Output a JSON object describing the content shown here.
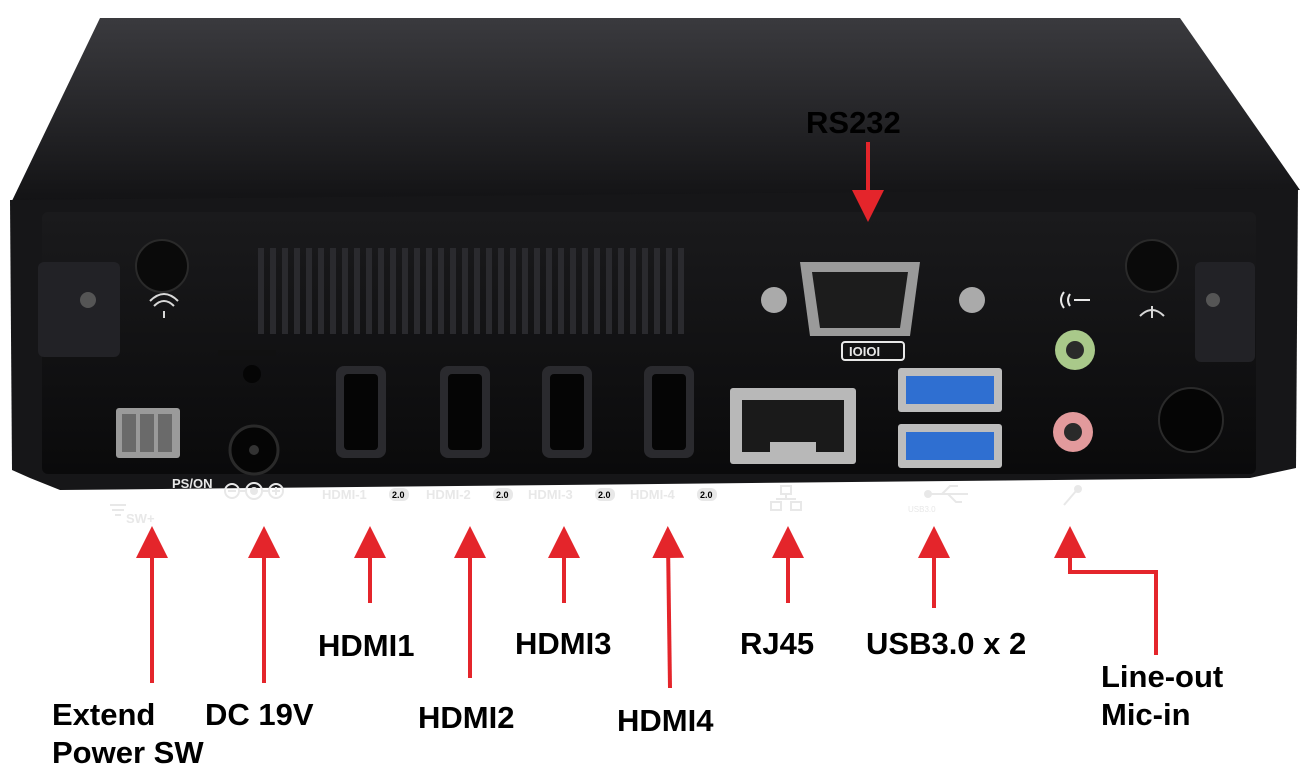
{
  "callouts": {
    "rs232": "RS232",
    "extend_power_sw_line1": "Extend",
    "extend_power_sw_line2": "Power SW",
    "dc19v": "DC 19V",
    "hdmi1": "HDMI1",
    "hdmi2": "HDMI2",
    "hdmi3": "HDMI3",
    "hdmi4": "HDMI4",
    "rj45": "RJ45",
    "usb": "USB3.0 x 2",
    "lineout_line1": "Line-out",
    "lineout_line2": "Mic-in"
  },
  "panel_labels": {
    "ps_on": "PS/ON",
    "sw": "SW+",
    "hdmi1": "HDMI-1",
    "hdmi2": "HDMI-2",
    "hdmi3": "HDMI-3",
    "hdmi4": "HDMI-4",
    "hdmi_version": "2.0",
    "usb": "USB3.0",
    "serial": "IOIOI"
  },
  "colors": {
    "chassis": "#151517",
    "panel": "#0c0c0e",
    "arrow": "#e4252b",
    "usb_blue": "#2f6fd1",
    "audio_green": "#a9c98a",
    "audio_pink": "#e29a9c",
    "label_text": "#e8e8e8"
  }
}
